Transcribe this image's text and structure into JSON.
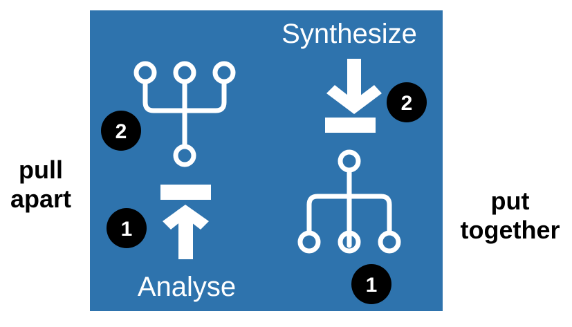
{
  "left_label": {
    "line1": "pull",
    "line2": "apart"
  },
  "right_label": {
    "line1": "put",
    "line2": "together"
  },
  "panel": {
    "color": "#2e73ad",
    "analyse_label": "Analyse",
    "synthesize_label": "Synthesize",
    "badges": {
      "analyse_step1": "1",
      "analyse_step2": "2",
      "synthesize_step1": "1",
      "synthesize_step2": "2"
    }
  }
}
